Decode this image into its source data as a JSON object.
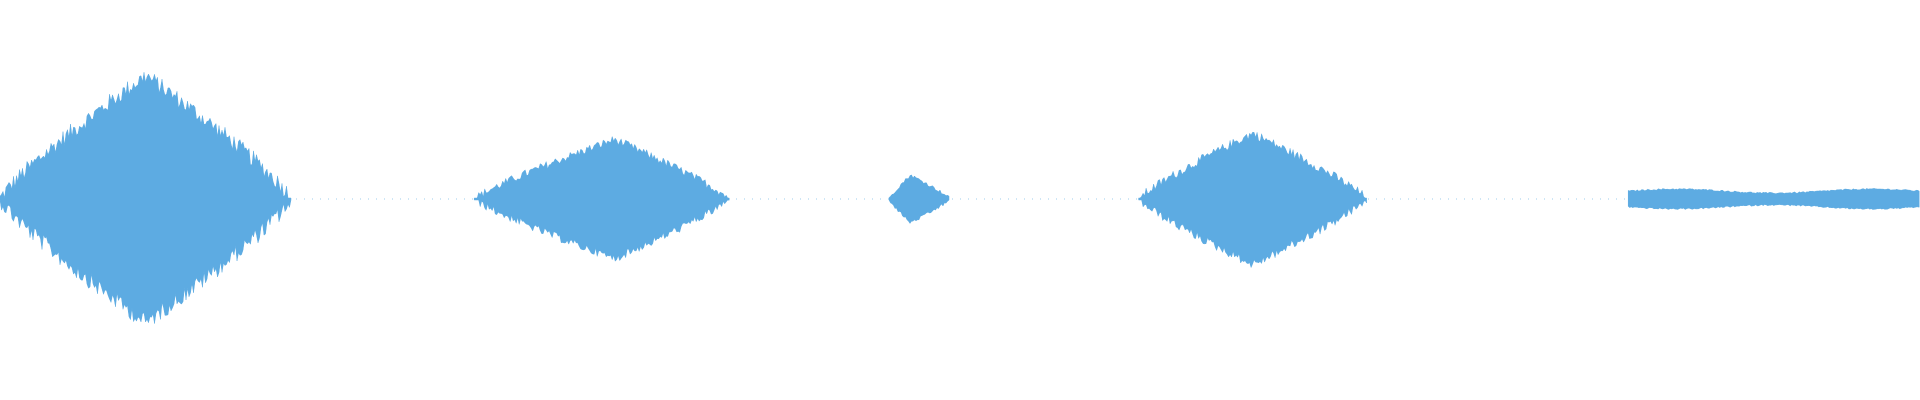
{
  "waveform": {
    "color": "#5dabe2",
    "background": "#ffffff",
    "segments": [
      {
        "start": 0.0,
        "end": 0.152,
        "peak": 0.62,
        "peak_pos": 0.5
      },
      {
        "start": 0.247,
        "end": 0.38,
        "peak": 0.3,
        "peak_pos": 0.55
      },
      {
        "start": 0.463,
        "end": 0.495,
        "peak": 0.12,
        "peak_pos": 0.35
      },
      {
        "start": 0.593,
        "end": 0.712,
        "peak": 0.33,
        "peak_pos": 0.5
      },
      {
        "start": 0.848,
        "end": 1.0,
        "peak": 0.05,
        "peak_pos": 0.62
      }
    ]
  }
}
